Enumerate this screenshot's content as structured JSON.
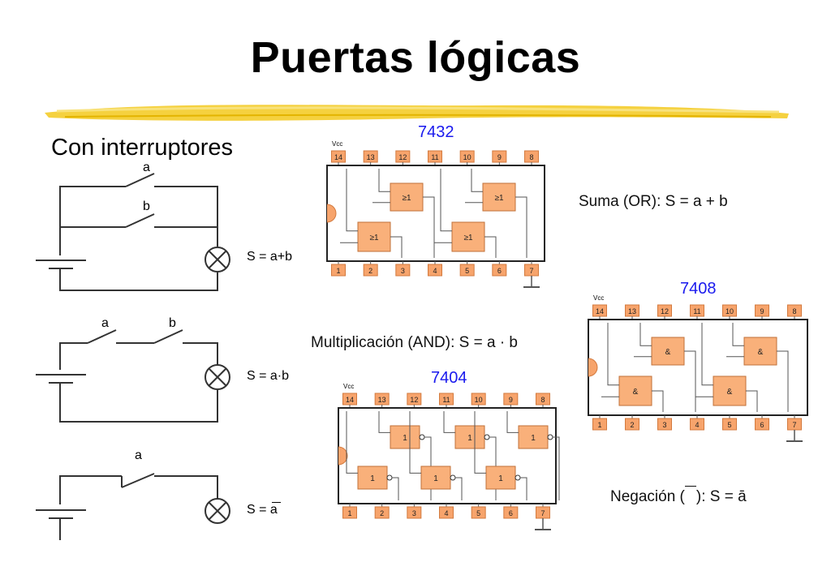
{
  "title": "Puertas lógicas",
  "subtitle": "Con interruptores",
  "circuits": [
    {
      "switches": [
        "a",
        "b"
      ],
      "output": "S = a+b"
    },
    {
      "switches": [
        "a",
        "b"
      ],
      "output": "S = a·b"
    },
    {
      "switches": [
        "a"
      ],
      "output": "S = a",
      "output_overline": true
    }
  ],
  "chips": [
    {
      "id": "7432",
      "gate_symbol": "≥1",
      "vcc": "Vcc",
      "top_pins": [
        "14",
        "13",
        "12",
        "11",
        "10",
        "9",
        "8"
      ],
      "bottom_pins": [
        "1",
        "2",
        "3",
        "4",
        "5",
        "6",
        "7"
      ]
    },
    {
      "id": "7408",
      "gate_symbol": "&",
      "vcc": "Vcc",
      "top_pins": [
        "14",
        "13",
        "12",
        "11",
        "10",
        "9",
        "8"
      ],
      "bottom_pins": [
        "1",
        "2",
        "3",
        "4",
        "5",
        "6",
        "7"
      ]
    },
    {
      "id": "7404",
      "gate_symbol": "1",
      "vcc": "Vcc",
      "top_pins": [
        "14",
        "13",
        "12",
        "11",
        "10",
        "9",
        "8"
      ],
      "bottom_pins": [
        "1",
        "2",
        "3",
        "4",
        "5",
        "6",
        "7"
      ]
    }
  ],
  "formulas": {
    "or": "Suma (OR):  S = a + b",
    "and": "Multiplicación (AND):  S = a · b",
    "not_prefix": "Negación (",
    "not_suffix": "):  S = ā"
  },
  "colors": {
    "pin_fill": "#f7a46c",
    "gate_fill": "#f9b07a",
    "chip_label": "#1a1aee",
    "highlight": "#f2c400"
  }
}
